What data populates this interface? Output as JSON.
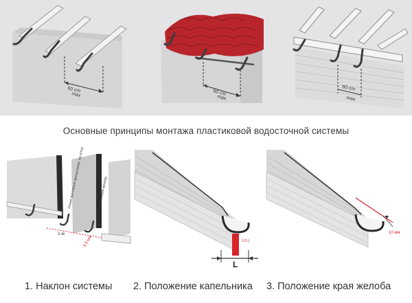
{
  "title": "Основные принципы монтажа пластиковой водосточной системы",
  "top_panels": [
    {
      "dimension": "60 cm",
      "note": "max"
    },
    {
      "dimension": "60 cm",
      "note": "max"
    },
    {
      "dimension": "60 cm",
      "note": "max"
    }
  ],
  "slope_panel": {
    "label_a": "Линия крепления кронштейна, на который устанавливается желоб",
    "label_b": "Без наклонения желоба",
    "length": "1 м",
    "drop": "3,5 мм"
  },
  "drip_panel": {
    "ratio": "1/3 L",
    "length": "L"
  },
  "edge_panel": {
    "gap": "10 мм"
  },
  "captions": [
    "1. Наклон системы",
    "2. Положение капельника",
    "3. Положение края желоба"
  ],
  "colors": {
    "tile": "#b8262c",
    "accent": "#d8232a",
    "band": "#e4e4e6"
  }
}
